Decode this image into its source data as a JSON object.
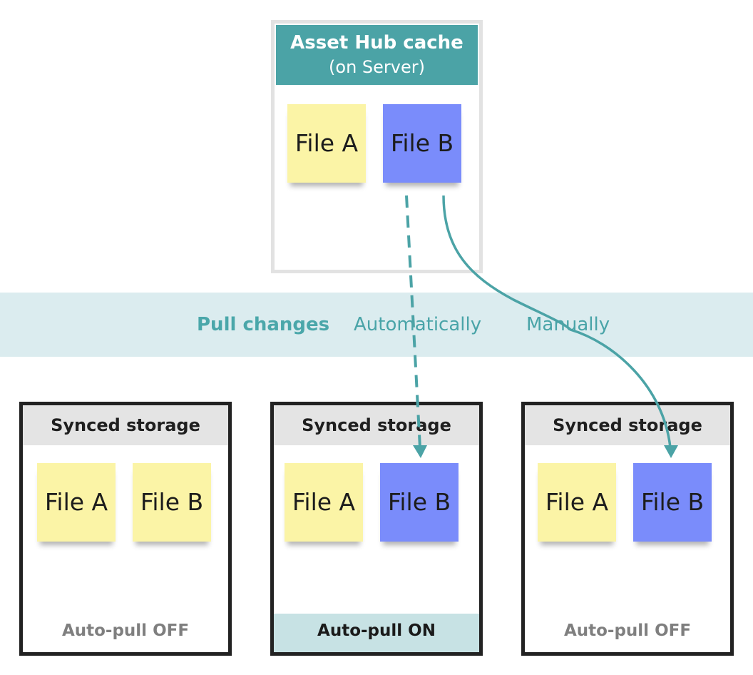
{
  "cache": {
    "title": "Asset Hub cache",
    "subtitle": "(on Server)",
    "files": [
      "File A",
      "File B"
    ]
  },
  "band": {
    "title": "Pull changes",
    "automatic_label": "Automatically",
    "manual_label": "Manually"
  },
  "storages": [
    {
      "header": "Synced storage",
      "files": [
        "File A",
        "File B"
      ],
      "footer": "Auto-pull OFF"
    },
    {
      "header": "Synced storage",
      "files": [
        "File A",
        "File B"
      ],
      "footer": "Auto-pull ON"
    },
    {
      "header": "Synced storage",
      "files": [
        "File A",
        "File B"
      ],
      "footer": "Auto-pull OFF"
    }
  ],
  "colors": {
    "teal": "#4ba3a6",
    "band": "#dbecef",
    "sticky_yellow": "#fbf4a6",
    "sticky_blue": "#7a8cfb",
    "footer_on": "#c7e2e4"
  }
}
